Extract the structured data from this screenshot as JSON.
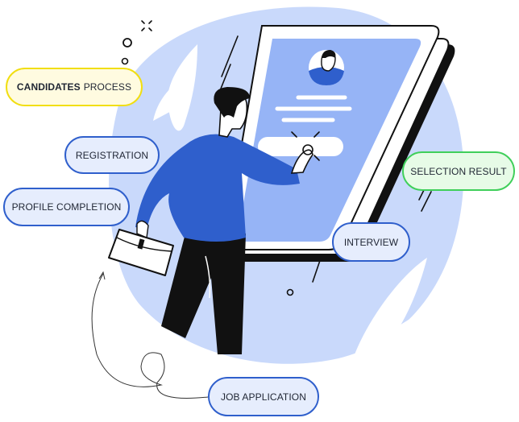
{
  "diagram": {
    "title": {
      "bold": "CANDIDATES",
      "regular": "PROCESS"
    },
    "steps": [
      {
        "id": "registration",
        "label": "REGISTRATION"
      },
      {
        "id": "profile-completion",
        "label": "PROFILE COMPLETION"
      },
      {
        "id": "job-application",
        "label": "JOB APPLICATION"
      },
      {
        "id": "interview",
        "label": "INTERVIEW"
      },
      {
        "id": "selection-result",
        "label": "SELECTION RESULT"
      }
    ],
    "colors": {
      "accent_blue": "#2f5fcc",
      "light_blue_bg": "#c9d9fb",
      "screen_blue": "#96b4f6",
      "title_border": "#f1de12",
      "title_fill": "#fffbe0",
      "result_border": "#3fcf5a",
      "result_fill": "#e7fbe7",
      "step_fill": "#e6edfd"
    },
    "illustration": {
      "subject": "person-tapping-tablet-button",
      "props": [
        "briefcase-icon",
        "tablet-device",
        "profile-avatar",
        "curved-arrow"
      ]
    }
  }
}
